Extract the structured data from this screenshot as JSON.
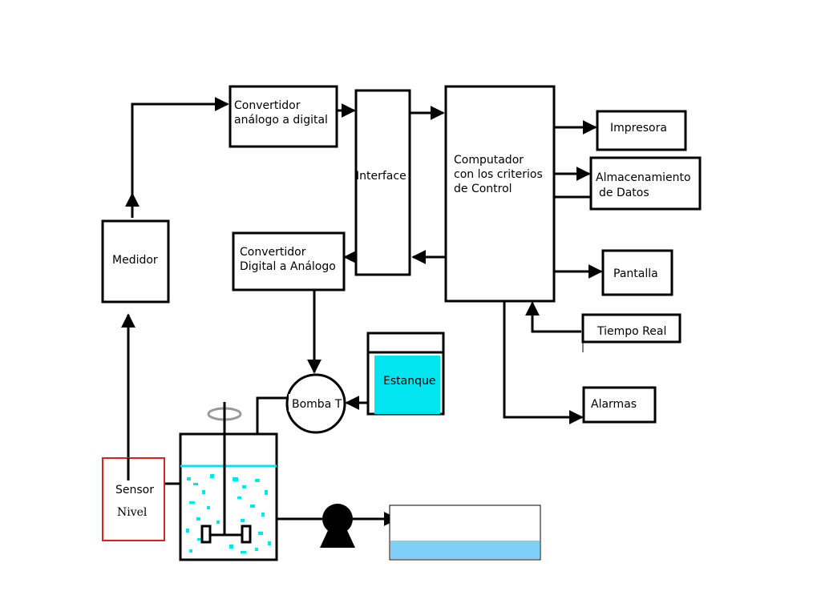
{
  "colors": {
    "line": "#000000",
    "water": "#00e5f0",
    "tank_blue": "#7fd0f8",
    "sensor_border": "#e02020"
  },
  "blocks": {
    "convertidor_ad": [
      "Convertidor",
      "análogo a digital"
    ],
    "interface": "Interface",
    "computador": [
      "Computador",
      "con los criterios",
      "de Control"
    ],
    "impresora": "Impresora",
    "almacenamiento": [
      "Almacenamiento",
      "de Datos"
    ],
    "medidor": "Medidor",
    "convertidor_da": [
      "Convertidor",
      "Digital a Análogo"
    ],
    "pantalla": "Pantalla",
    "tiempo_real": "Tiempo Real",
    "estanque": "Estanque",
    "bomba": "Bomba T",
    "alarmas": "Alarmas",
    "sensor": [
      "Sensor",
      "Nivel"
    ]
  }
}
